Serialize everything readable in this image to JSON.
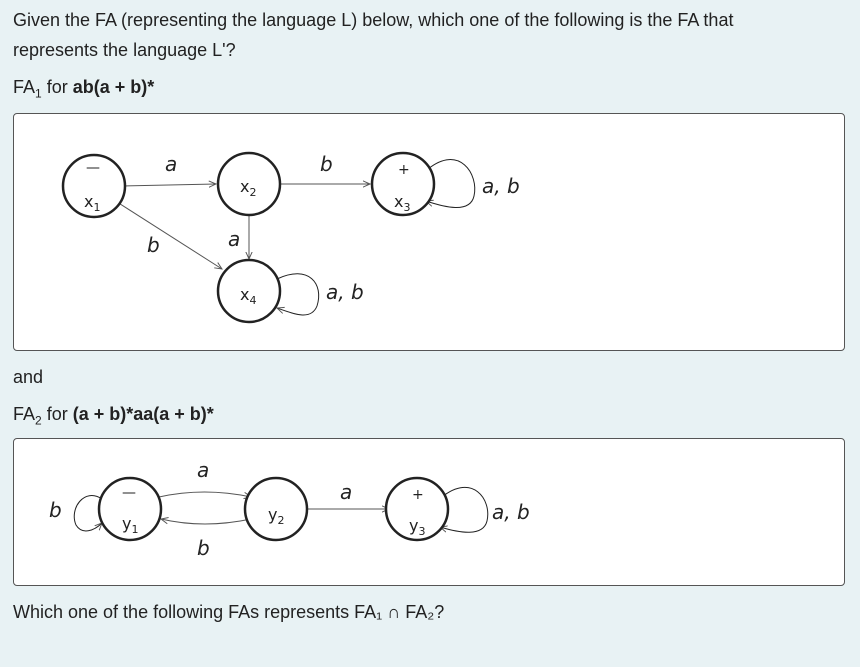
{
  "question": {
    "line1": "Given the FA (representing the language L) below, which one of the following is the FA that",
    "line2": "represents the language L'?",
    "fa1_prefix": "FA",
    "fa1_sub": "1",
    "fa1_for": " for ",
    "fa1_regex": "ab(a + b)*",
    "and": "and",
    "fa2_prefix": "FA",
    "fa2_sub": "2",
    "fa2_for": " for ",
    "fa2_regex": "(a + b)*aa(a + b)*",
    "final_text": "Which one of the following FAs represents FA₁ ∩ FA₂?"
  },
  "fa1": {
    "states": [
      {
        "name": "x",
        "sub": "1",
        "mark": "—"
      },
      {
        "name": "x",
        "sub": "2",
        "mark": ""
      },
      {
        "name": "x",
        "sub": "3",
        "mark": "+"
      },
      {
        "name": "x",
        "sub": "4",
        "mark": ""
      }
    ],
    "edges": [
      {
        "from": "x1",
        "to": "x2",
        "label": "a"
      },
      {
        "from": "x2",
        "to": "x3",
        "label": "b"
      },
      {
        "from": "x1",
        "to": "x4",
        "label": "b"
      },
      {
        "from": "x2",
        "to": "x4",
        "label": "a"
      },
      {
        "from": "x3",
        "to": "x3",
        "label": "a, b"
      },
      {
        "from": "x4",
        "to": "x4",
        "label": "a, b"
      }
    ]
  },
  "fa2": {
    "states": [
      {
        "name": "y",
        "sub": "1",
        "mark": "—"
      },
      {
        "name": "y",
        "sub": "2",
        "mark": ""
      },
      {
        "name": "y",
        "sub": "3",
        "mark": "+"
      }
    ],
    "edges": [
      {
        "from": "y1",
        "to": "y2",
        "label": "a"
      },
      {
        "from": "y2",
        "to": "y1",
        "label": "b"
      },
      {
        "from": "y2",
        "to": "y3",
        "label": "a"
      },
      {
        "from": "y1",
        "to": "y1",
        "label": "b"
      },
      {
        "from": "y3",
        "to": "y3",
        "label": "a, b"
      }
    ]
  },
  "colors": {
    "background": "#e8f2f4",
    "box": "#ffffff",
    "cursor_mark": "#e53935"
  }
}
